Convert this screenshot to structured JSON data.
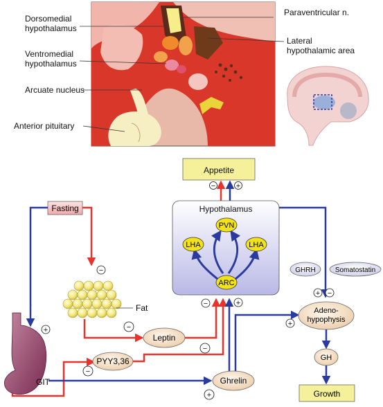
{
  "labels": {
    "dorsomedial": [
      "Dorsomedial",
      "hypothalamus"
    ],
    "ventromedial": [
      "Ventromedial",
      "hypothalamus"
    ],
    "arcuate": "Arcuate nucleus",
    "anterior_pituitary": "Anterior pituitary",
    "paraventricular": "Paraventricular n.",
    "lateral": [
      "Lateral",
      "hypothalamic area"
    ]
  },
  "nodes": {
    "appetite": "Appetite",
    "hypothalamus": "Hypothalamus",
    "pvn": "PVN",
    "lha_left": "LHA",
    "lha_right": "LHA",
    "arc": "ARC",
    "fasting": "Fasting",
    "fat": "Fat",
    "leptin": "Leptin",
    "pyy": "PYY3,36",
    "ghrelin": "Ghrelin",
    "git": "GIT",
    "ghrh": "GHRH",
    "somatostatin": "Somatostatin",
    "adenohypophysis": [
      "Adeno-",
      "hypophysis"
    ],
    "gh": "GH",
    "growth": "Growth"
  },
  "signs": {
    "plus": "+",
    "minus": "−"
  },
  "colors": {
    "inhibitory": "#e8322b",
    "stimulatory": "#2b3a9e",
    "node_fill": "#f5dcc0",
    "yellow_box": "#f4f19a",
    "ellipse_yellow": "#f2e21a",
    "hypothalamus_box_bottom": "#b9b8e6"
  }
}
